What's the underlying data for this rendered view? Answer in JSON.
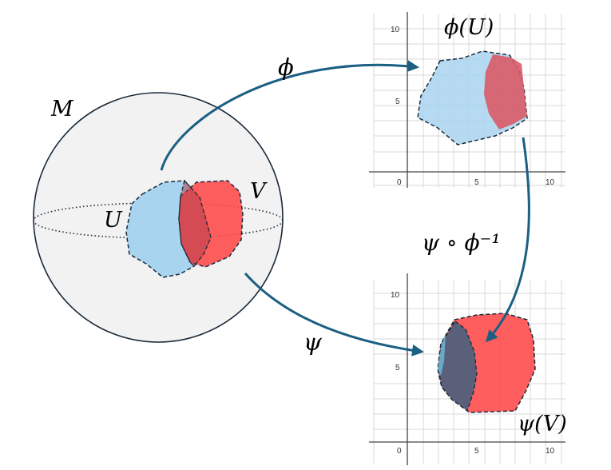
{
  "labels": {
    "manifold": "M",
    "chart_u": "U",
    "chart_v": "V",
    "map_phi": "ϕ",
    "map_psi": "ψ",
    "phi_of_u": "ϕ(U)",
    "psi_of_v": "ψ(V)",
    "transition": "ψ ∘ ϕ⁻¹"
  },
  "grid_top": {
    "x_ticks": [
      "0",
      "5",
      "10"
    ],
    "y_ticks": [
      "10",
      "5"
    ]
  },
  "grid_bottom": {
    "x_ticks": [
      "0",
      "5",
      "10"
    ],
    "y_ticks": [
      "10",
      "5"
    ]
  },
  "colors": {
    "u_fill": "#a8d4ef",
    "v_fill": "#ff4d4d",
    "overlap_fill": "#5a5f7a",
    "arrow": "#1b5f82",
    "sphere_fill": "#f2f2f2",
    "outline": "#1a2a3a"
  }
}
